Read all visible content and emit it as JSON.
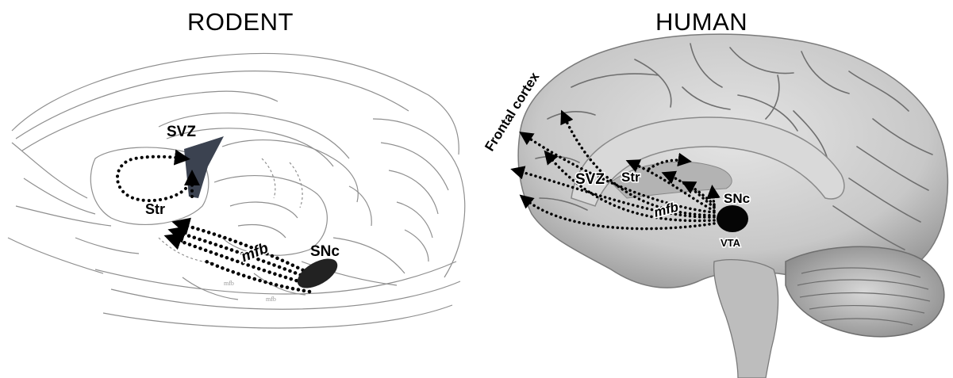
{
  "rodent": {
    "title": "RODENT",
    "labels": {
      "svz": "SVZ",
      "str": "Str",
      "mfb": "mfb",
      "snc": "SNc",
      "atlas_small_1": "mfb",
      "atlas_small_2": "mfb"
    }
  },
  "human": {
    "title": "HUMAN",
    "labels": {
      "frontal_cortex": "Frontal cortex",
      "svz": "SVZ",
      "str": "Str",
      "snc": "SNc",
      "mfb": "mfb",
      "vta": "VTA"
    }
  },
  "colors": {
    "svz_fill": "#3b4250",
    "nucleus_fill": "#222222",
    "brain_gray": "#c8c8c8",
    "atlas_line": "#9a9a9a"
  }
}
